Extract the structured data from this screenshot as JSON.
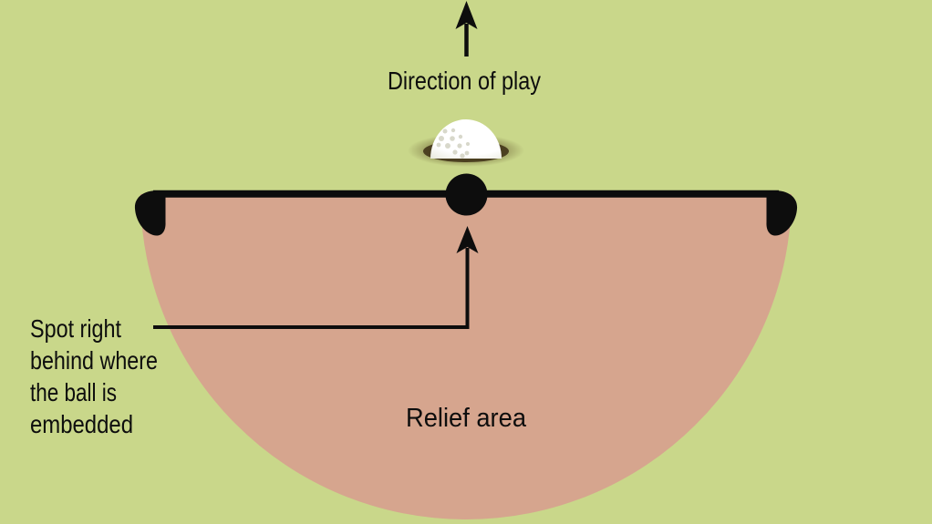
{
  "labels": {
    "direction_of_play": "Direction of play",
    "spot_lines": [
      "Spot right",
      "behind where",
      "the ball is",
      "embedded"
    ],
    "relief_area": "Relief area"
  },
  "colors": {
    "background": "#c9d78a",
    "relief_area": "#d6a58e",
    "ink": "#0d0d0d",
    "ball_white": "#ffffff",
    "ball_edge_shade": "#e3e3d2",
    "dimple": "#d2d2c2",
    "embed_smudge": "#5f5029",
    "embed_rim": "#42351a"
  }
}
